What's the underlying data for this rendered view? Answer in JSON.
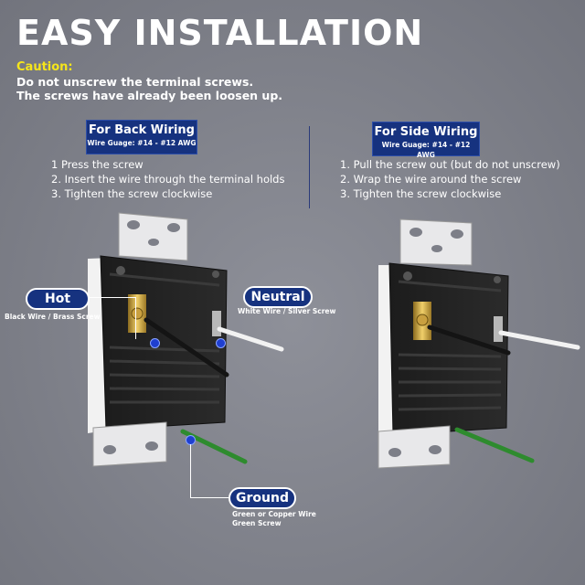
{
  "title": "EASY INSTALLATION",
  "caution": {
    "label": "Caution:",
    "line1": "Do not unscrew the terminal screws.",
    "line2": "The screws have already been loosen up."
  },
  "back_wiring": {
    "title": "For Back Wiring",
    "subtitle": "Wire Guage: #14 - #12 AWG",
    "steps": [
      "1 Press the screw",
      "2. Insert the wire through the terminal holds",
      "3. Tighten the screw clockwise"
    ]
  },
  "side_wiring": {
    "title": "For Side Wiring",
    "subtitle": "Wire Guage: #14 - #12 AWG",
    "steps": [
      "1. Pull the screw out (but do not unscrew)",
      "2. Wrap the wire around the screw",
      "3. Tighten the screw clockwise"
    ]
  },
  "labels": {
    "hot": "Hot",
    "hot_note": "Black Wire / Brass Screw",
    "neutral": "Neutral",
    "neutral_note": "White Wire / Silver Screw",
    "ground": "Ground",
    "ground_note1": "Green or Copper Wire",
    "ground_note2": "Green Screw"
  },
  "colors": {
    "badge": "#16327f",
    "caution": "#f5e51b",
    "wire_hot": "#1a1a1a",
    "wire_neutral": "#f2f2f2",
    "wire_ground": "#2e8b2e",
    "brass": "#d9b24a"
  }
}
